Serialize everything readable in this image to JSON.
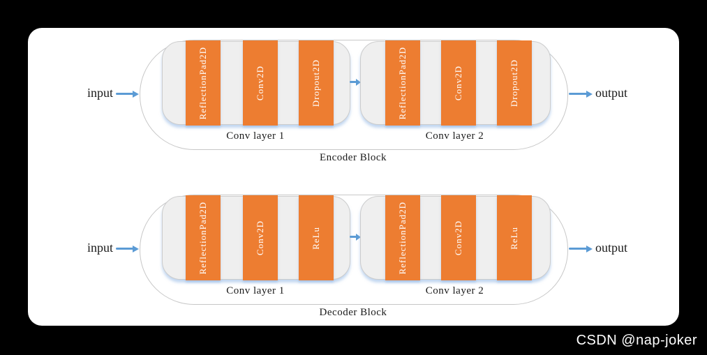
{
  "watermark": "CSDN @nap-joker",
  "colors": {
    "background": "#000000",
    "card": "#FFFFFF",
    "bar_fill": "#ED7D31",
    "bar_text": "#FFFFFF",
    "arrow": "#5B9BD5",
    "layer_fill": "#EFEFEF",
    "layer_border": "#CCCCCC",
    "outline_border": "#C7C7C7",
    "label_text": "#1A1A1A",
    "shadow_tint": "#8EB4E3"
  },
  "blocks": [
    {
      "name": "Encoder Block",
      "input_label": "input",
      "output_label": "output",
      "layers": [
        {
          "caption": "Conv layer 1",
          "bars": [
            "ReflectionPad2D",
            "Conv2D",
            "Dropout2D"
          ]
        },
        {
          "caption": "Conv layer 2",
          "bars": [
            "ReflectionPad2D",
            "Conv2D",
            "Dropout2D"
          ]
        }
      ]
    },
    {
      "name": "Decoder Block",
      "input_label": "input",
      "output_label": "output",
      "layers": [
        {
          "caption": "Conv layer 1",
          "bars": [
            "ReflectionPad2D",
            "Conv2D",
            "ReLu"
          ]
        },
        {
          "caption": "Conv layer 2",
          "bars": [
            "ReflectionPad2D",
            "Conv2D",
            "ReLu"
          ]
        }
      ]
    }
  ]
}
